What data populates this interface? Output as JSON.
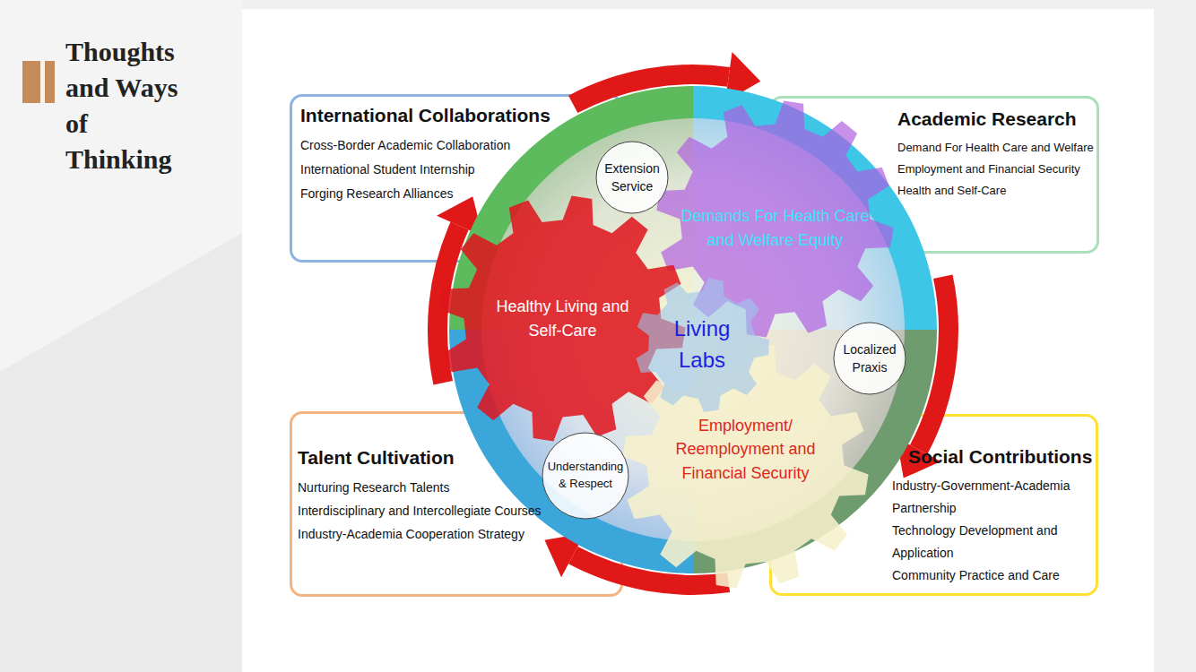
{
  "diagram": {
    "title": "Thoughts and Ways of Thinking",
    "nodes": [
      {
        "text": [
          "International Collaborations",
          "Cross-Border Academic Collaboration",
          "International Student Internship",
          "Forging Research Alliances"
        ]
      },
      {
        "text": [
          "Academic Research",
          "Demand For Health Care and Welfare",
          "Employment and Financial Security",
          "Health and Self-Care"
        ]
      },
      {
        "text": [
          "Extension Service"
        ]
      },
      {
        "text": [
          "Demands For Health Care and Welfare Equity"
        ]
      },
      {
        "text": [
          "Healthy Living and Self-Care"
        ]
      },
      {
        "text": [
          "Living Labs"
        ]
      },
      {
        "text": [
          "Localized Praxis"
        ]
      },
      {
        "text": [
          "Understanding & Respect"
        ]
      },
      {
        "text": [
          "Employment/ Reemployment and Financial Security"
        ]
      },
      {
        "text": [
          "Talent Cultivation",
          "Nurturing Research Talents",
          "Interdisciplinary and Intercollegiate Courses",
          "Industry-Academia Cooperation Strategy"
        ]
      },
      {
        "text": [
          "Social Contributions",
          "Industry-Government-Academia Partnership",
          "Technology Development and Application",
          "Community Practice and Care"
        ]
      }
    ]
  }
}
